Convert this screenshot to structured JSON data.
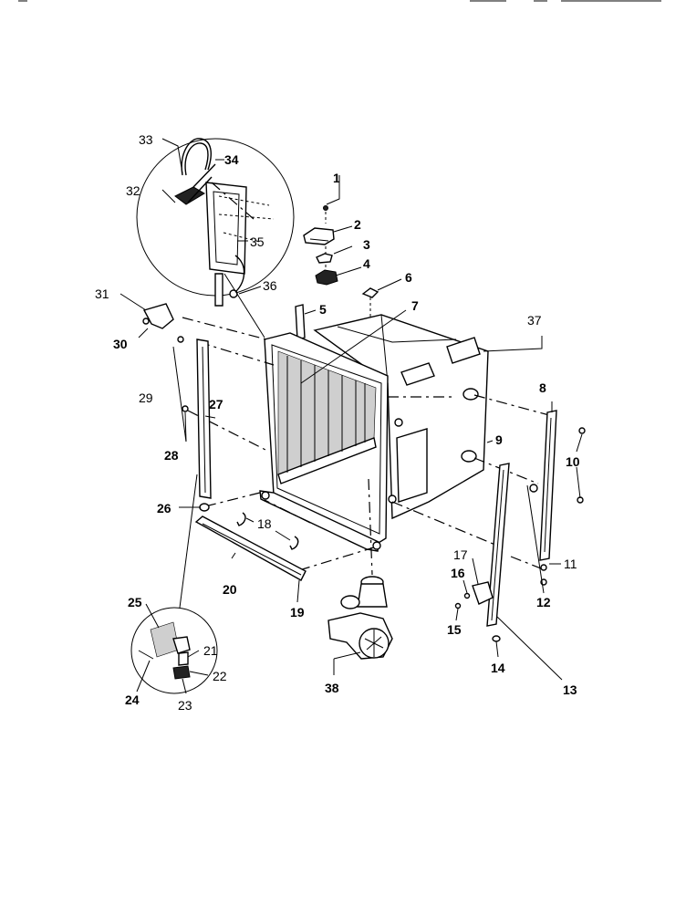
{
  "callouts": [
    {
      "id": "1",
      "label": "1"
    },
    {
      "id": "2",
      "label": "2"
    },
    {
      "id": "3",
      "label": "3"
    },
    {
      "id": "4",
      "label": "4"
    },
    {
      "id": "5",
      "label": "5"
    },
    {
      "id": "6",
      "label": "6"
    },
    {
      "id": "7",
      "label": "7"
    },
    {
      "id": "8",
      "label": "8"
    },
    {
      "id": "9",
      "label": "9"
    },
    {
      "id": "10",
      "label": "10"
    },
    {
      "id": "11",
      "label": "11"
    },
    {
      "id": "12",
      "label": "12"
    },
    {
      "id": "13",
      "label": "13"
    },
    {
      "id": "14",
      "label": "14"
    },
    {
      "id": "15",
      "label": "15"
    },
    {
      "id": "16",
      "label": "16"
    },
    {
      "id": "17",
      "label": "17"
    },
    {
      "id": "18",
      "label": "18"
    },
    {
      "id": "19",
      "label": "19"
    },
    {
      "id": "20",
      "label": "20"
    },
    {
      "id": "21",
      "label": "21"
    },
    {
      "id": "22",
      "label": "22"
    },
    {
      "id": "23",
      "label": "23"
    },
    {
      "id": "24",
      "label": "24"
    },
    {
      "id": "25",
      "label": "25"
    },
    {
      "id": "26",
      "label": "26"
    },
    {
      "id": "27",
      "label": "27"
    },
    {
      "id": "28",
      "label": "28"
    },
    {
      "id": "29",
      "label": "29"
    },
    {
      "id": "30",
      "label": "30"
    },
    {
      "id": "31",
      "label": "31"
    },
    {
      "id": "32",
      "label": "32"
    },
    {
      "id": "33",
      "label": "33"
    },
    {
      "id": "34",
      "label": "34"
    },
    {
      "id": "35",
      "label": "35"
    },
    {
      "id": "36",
      "label": "36"
    },
    {
      "id": "37",
      "label": "37"
    },
    {
      "id": "38",
      "label": "38"
    }
  ]
}
